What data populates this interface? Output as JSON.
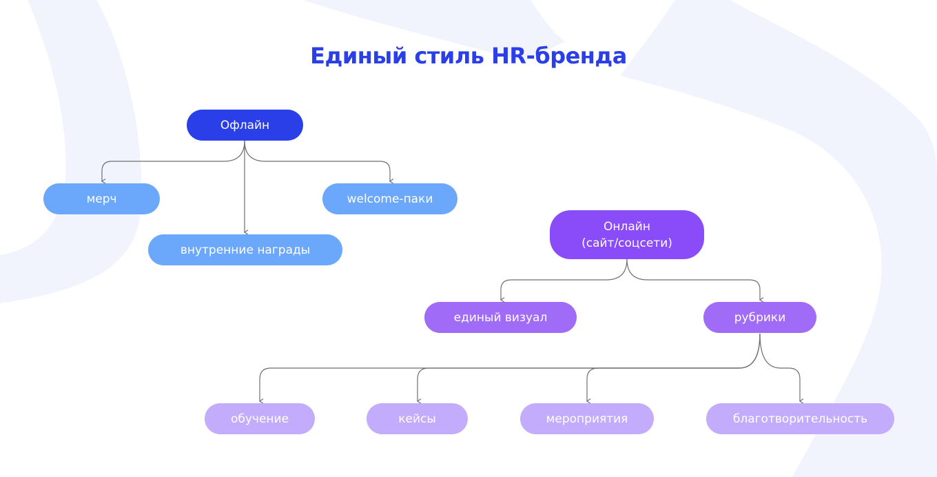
{
  "title": "Единый стиль HR-бренда",
  "colors": {
    "title": "#2a3fe8",
    "offline_root": "#2a3fe8",
    "offline_child": "#6ba8fb",
    "online_root": "#8a4cf8",
    "online_child": "#a06cf7",
    "online_leaf": "#c3acfb",
    "connector": "#6e6e6e",
    "background_shape": "#f1f4fd"
  },
  "offline": {
    "root": "Офлайн",
    "children": [
      "мерч",
      "внутренние награды",
      "welcome-паки"
    ]
  },
  "online": {
    "root": "Онлайн\n(сайт/соцсети)",
    "children": [
      "единый визуал",
      "рубрики"
    ],
    "rubrics": [
      "обучение",
      "кейсы",
      "мероприятия",
      "благотворительность"
    ]
  }
}
